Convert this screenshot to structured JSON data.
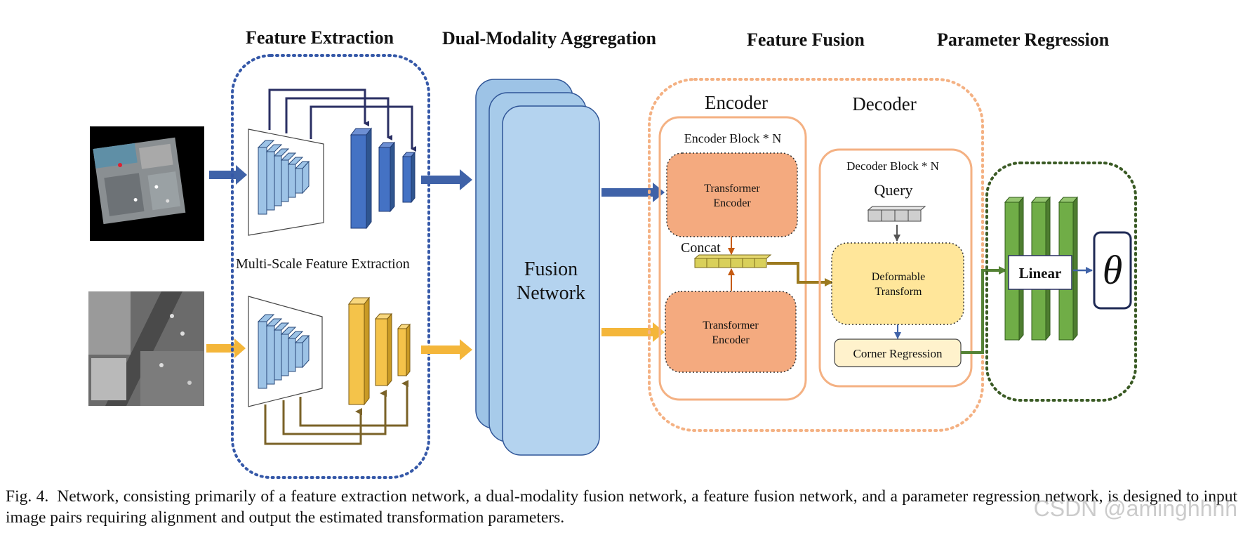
{
  "sections": {
    "feature_extraction": "Feature Extraction",
    "dual_modality": "Dual-Modality Aggregation",
    "feature_fusion": "Feature Fusion",
    "parameter_regression": "Parameter Regression"
  },
  "labels": {
    "multi_scale": "Multi-Scale Feature Extraction",
    "fusion_network_line1": "Fusion",
    "fusion_network_line2": "Network",
    "encoder": "Encoder",
    "decoder": "Decoder",
    "encoder_block": "Encoder Block * N",
    "decoder_block": "Decoder Block * N",
    "transformer_line1": "Transformer",
    "transformer_line2": "Encoder",
    "concat": "Concat",
    "query": "Query",
    "deformable_line1": "Deformable",
    "deformable_line2": "Transform",
    "corner_regression": "Corner Regression",
    "linear": "Linear",
    "theta": "θ"
  },
  "caption": {
    "label": "Fig. 4.",
    "text": "Network, consisting primarily of a feature extraction network, a dual-modality fusion network, a feature fusion network, and a parameter regression network, is designed to input image pairs requiring alignment and output the estimated transformation parameters."
  },
  "watermark": "CSDN @aminghhhh",
  "colors": {
    "blue_dark": "#3f62a8",
    "blue_light": "#9dc3e6",
    "navy": "#2a2f63",
    "yellow": "#f4c34a",
    "brown": "#7a6227",
    "salmon": "#f2aa84",
    "peach_border": "#f4b183",
    "pale_yellow": "#ffe69a",
    "green": "#70ad47",
    "green_dark": "#3a5a24"
  }
}
